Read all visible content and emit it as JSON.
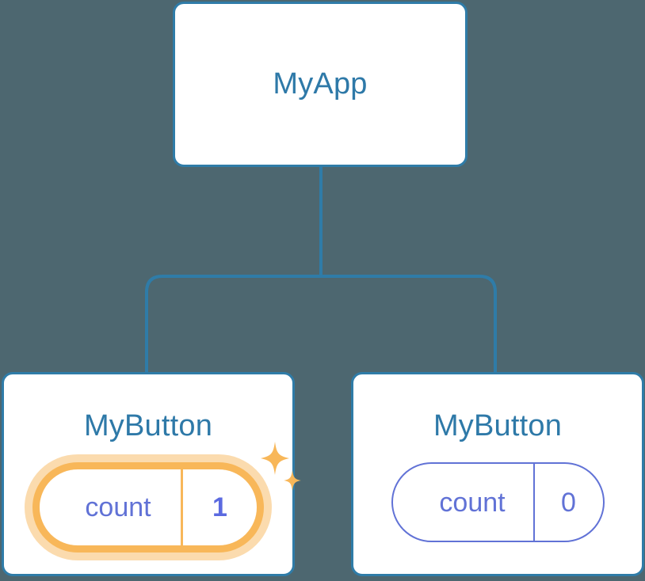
{
  "diagram": {
    "type": "component-tree",
    "background_color": "#4d6770",
    "accent_blue": "#2e79a8",
    "accent_purple": "#6172d6",
    "accent_orange": "#f8b759",
    "glow_color": "#fbdbae"
  },
  "root": {
    "title": "MyApp"
  },
  "children": [
    {
      "title": "MyButton",
      "state": {
        "key": "count",
        "value": "1"
      },
      "highlighted": true,
      "sparkle_large": "sparkle-icon",
      "sparkle_small": "sparkle-icon"
    },
    {
      "title": "MyButton",
      "state": {
        "key": "count",
        "value": "0"
      },
      "highlighted": false
    }
  ]
}
